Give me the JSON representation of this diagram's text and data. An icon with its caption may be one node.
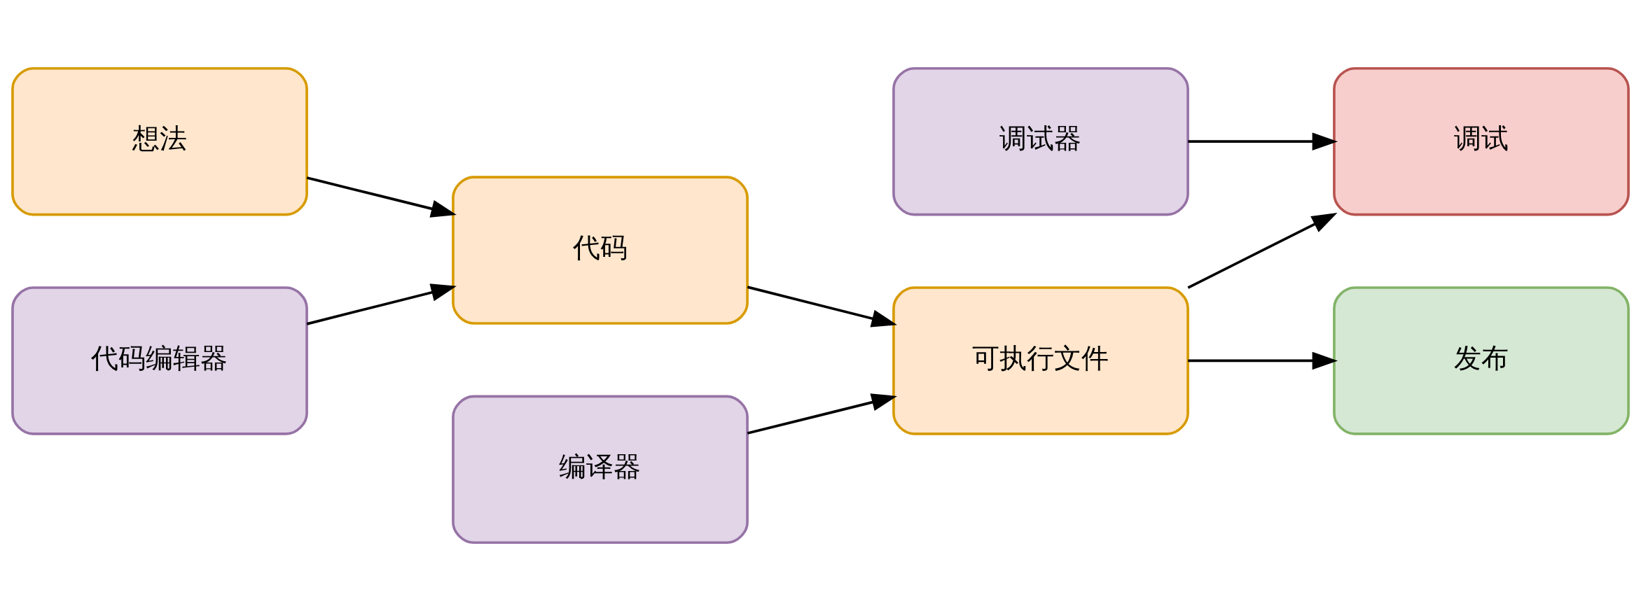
{
  "diagram": {
    "nodes": [
      {
        "text": [
          "想法"
        ]
      },
      {
        "text": [
          "代码编辑器"
        ]
      },
      {
        "text": [
          "代码"
        ]
      },
      {
        "text": [
          "编译器"
        ]
      },
      {
        "text": [
          "可执行文件"
        ]
      },
      {
        "text": [
          "调试器"
        ]
      },
      {
        "text": [
          "调试"
        ]
      },
      {
        "text": [
          "发布"
        ]
      }
    ],
    "edges": [
      {
        "from": 0,
        "to": 2,
        "arrow": "to"
      },
      {
        "from": 1,
        "to": 2,
        "arrow": "to"
      },
      {
        "from": 2,
        "to": 4,
        "arrow": "to"
      },
      {
        "from": 3,
        "to": 4,
        "arrow": "to"
      },
      {
        "from": 4,
        "to": 6,
        "arrow": "to"
      },
      {
        "from": 5,
        "to": 6,
        "arrow": "to"
      },
      {
        "from": 4,
        "to": 7,
        "arrow": "to"
      }
    ]
  }
}
